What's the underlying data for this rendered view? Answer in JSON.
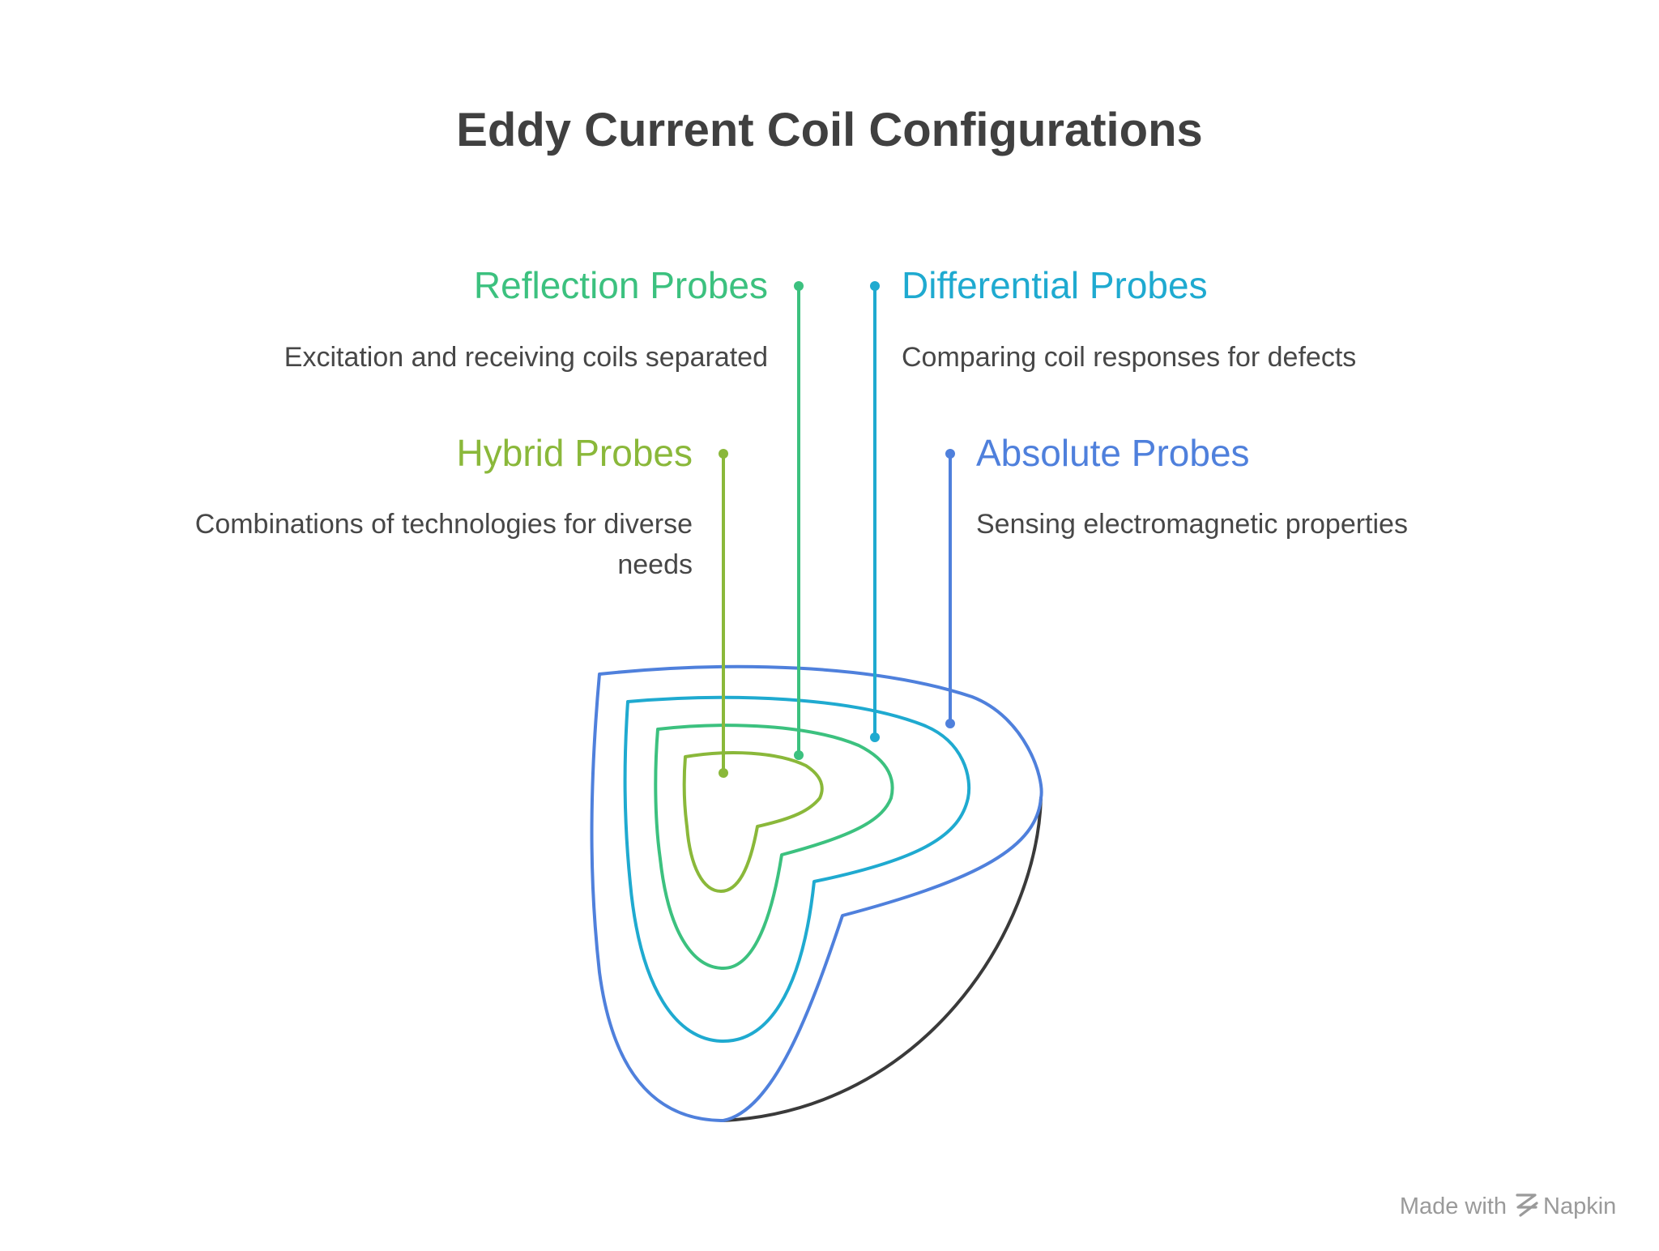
{
  "title": "Eddy Current Coil Configurations",
  "colors": {
    "title": "#404040",
    "body_text": "#474747",
    "hybrid": "#8ab83a",
    "reflection": "#3cc17f",
    "differential": "#1faad0",
    "absolute": "#4f80dc",
    "outline": "#3a3a3a",
    "footer": "#9a9a9a"
  },
  "items": [
    {
      "key": "reflection",
      "heading": "Reflection Probes",
      "description_lines": [
        "Excitation and receiving coils separated"
      ]
    },
    {
      "key": "differential",
      "heading": "Differential Probes",
      "description_lines": [
        "Comparing coil responses for defects"
      ]
    },
    {
      "key": "hybrid",
      "heading": "Hybrid Probes",
      "description_lines": [
        "Combinations of technologies for diverse",
        "needs"
      ]
    },
    {
      "key": "absolute",
      "heading": "Absolute Probes",
      "description_lines": [
        "Sensing electromagnetic properties"
      ]
    }
  ],
  "footer": {
    "made_with": "Made with",
    "brand": "Napkin",
    "logo_icon": "napkin-logo-icon"
  }
}
